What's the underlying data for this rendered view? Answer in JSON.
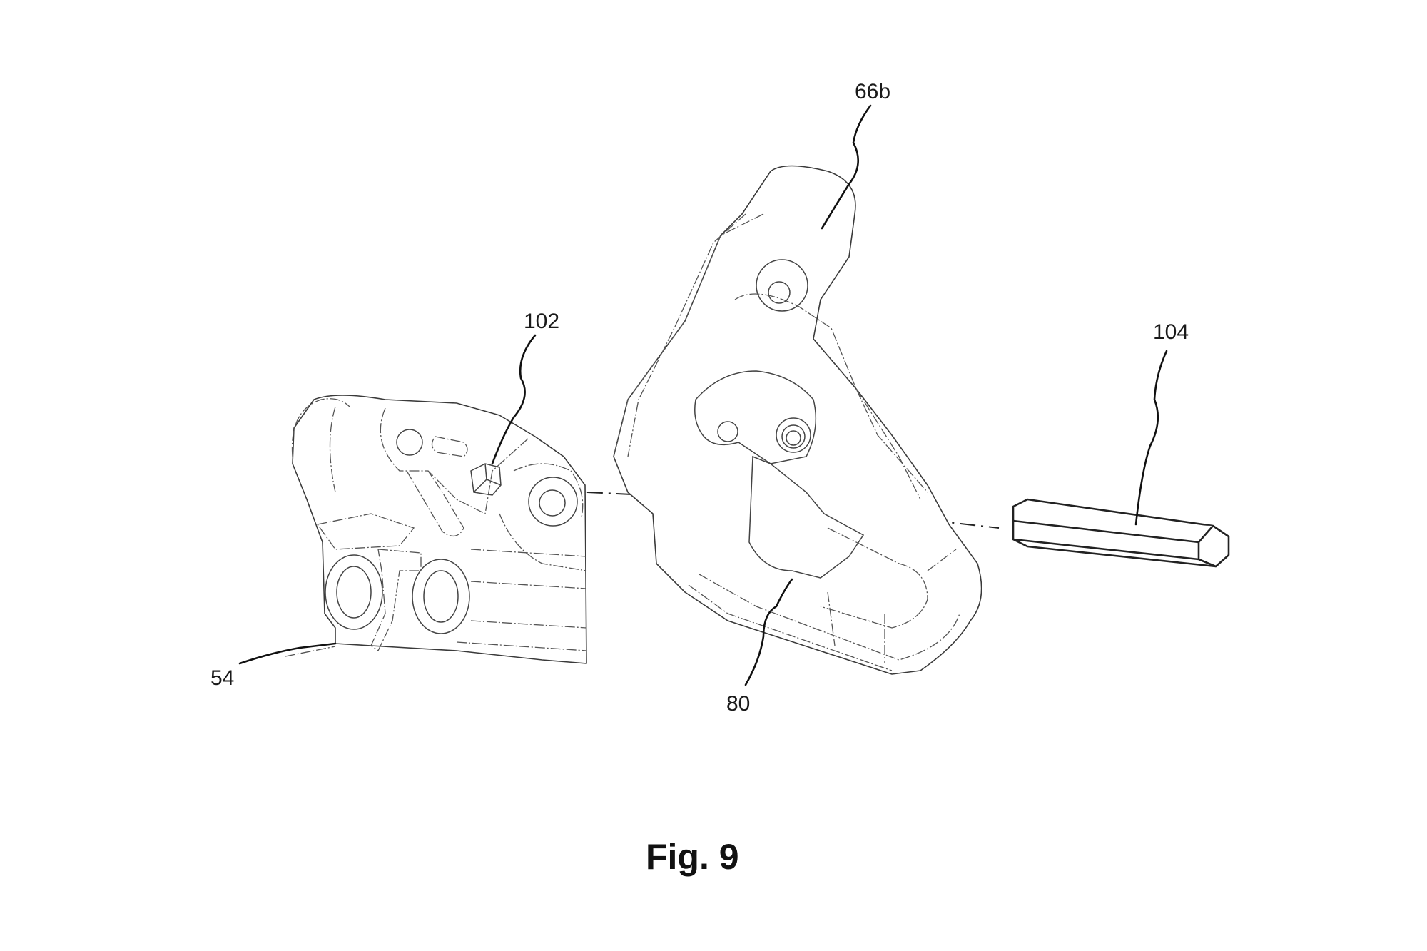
{
  "figure": {
    "caption": "Fig. 9",
    "labels": {
      "housing": "54",
      "socket": "102",
      "lever": "66b",
      "lever_recess": "80",
      "hex_pin": "104"
    }
  },
  "colors": {
    "line": "#3a3a3a",
    "leader": "#111111",
    "background": "#ffffff"
  }
}
